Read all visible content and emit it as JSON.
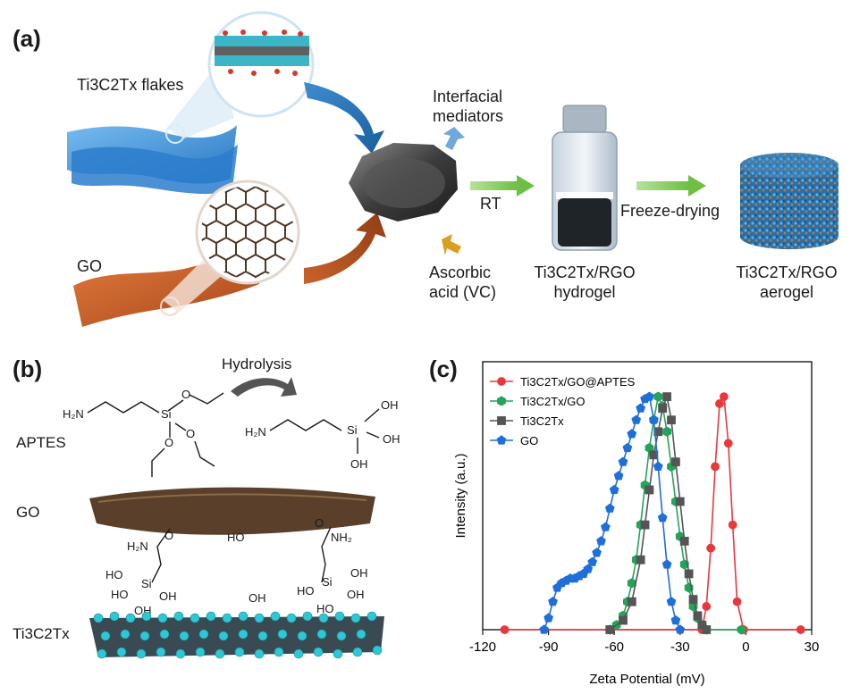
{
  "panel_a": {
    "tag": "(a)",
    "flakes_label": "Ti3C2Tx flakes",
    "go_label": "GO",
    "mediators_line1": "Interfacial",
    "mediators_line2": "mediators",
    "rt_label": "RT",
    "ascorbic_line1": "Ascorbic",
    "ascorbic_line2": "acid (VC)",
    "hydrogel_line1": "Ti3C2Tx/RGO",
    "hydrogel_line2": "hydrogel",
    "freeze_label": "Freeze-drying",
    "aerogel_line1": "Ti3C2Tx/RGO",
    "aerogel_line2": "aerogel"
  },
  "panel_b": {
    "tag": "(b)",
    "hydrolysis": "Hydrolysis",
    "aptes": "APTES",
    "go": "GO",
    "mxene": "Ti3C2Tx"
  },
  "panel_c": {
    "tag": "(c)"
  },
  "colors": {
    "blue_sheet": "#3a8fd6",
    "orange_sheet": "#c45a24",
    "titanium": "#2ec7d6",
    "carbon": "#4a3424"
  },
  "chart_data": {
    "type": "line",
    "xlabel": "Zeta Potential (mV)",
    "ylabel": "Intensity (a.u.)",
    "xlim": [
      -120,
      30
    ],
    "ylim": [
      0,
      1.15
    ],
    "xticks": [
      -120,
      -90,
      -60,
      -30,
      0,
      30
    ],
    "grid": false,
    "legend_position": "top-left",
    "series": [
      {
        "name": "Ti3C2Tx/GO@APTES",
        "color": "#e8383d",
        "marker": "circle",
        "x": [
          -110,
          -20,
          -18,
          -16,
          -14,
          -12,
          -10,
          -8,
          -6,
          -4,
          -1,
          25
        ],
        "y": [
          0,
          0,
          0.1,
          0.35,
          0.7,
          0.97,
          1.0,
          0.8,
          0.45,
          0.12,
          0,
          0
        ]
      },
      {
        "name": "Ti3C2Tx/GO",
        "color": "#24a35a",
        "marker": "hexagon",
        "x": [
          -62,
          -59,
          -56,
          -54,
          -52,
          -50,
          -48,
          -46,
          -44,
          -42,
          -40,
          -38,
          -36,
          -34,
          -32,
          -30,
          -28,
          -26,
          -24,
          -22,
          -20,
          -18,
          -2
        ],
        "y": [
          0,
          0.02,
          0.06,
          0.12,
          0.2,
          0.3,
          0.45,
          0.62,
          0.78,
          0.9,
          1.0,
          0.96,
          0.85,
          0.7,
          0.55,
          0.4,
          0.28,
          0.18,
          0.1,
          0.05,
          0.02,
          0,
          0
        ]
      },
      {
        "name": "Ti3C2Tx",
        "color": "#555555",
        "marker": "square",
        "x": [
          -62,
          -56,
          -52,
          -48,
          -46,
          -44,
          -42,
          -40,
          -38,
          -36,
          -34,
          -32,
          -30,
          -28,
          -26,
          -24,
          -22,
          -20,
          -18
        ],
        "y": [
          0,
          0.04,
          0.12,
          0.3,
          0.45,
          0.6,
          0.75,
          0.85,
          0.95,
          1.0,
          0.9,
          0.72,
          0.55,
          0.38,
          0.24,
          0.13,
          0.06,
          0.02,
          0
        ]
      },
      {
        "name": "GO",
        "color": "#1e6fd9",
        "marker": "pentagon",
        "x": [
          -92,
          -90,
          -88,
          -86,
          -84,
          -82,
          -80,
          -78,
          -76,
          -74,
          -72,
          -70,
          -68,
          -66,
          -64,
          -62,
          -60,
          -58,
          -56,
          -54,
          -52,
          -50,
          -48,
          -46,
          -44,
          -42,
          -40,
          -38,
          -36,
          -34,
          -32,
          -30
        ],
        "y": [
          0,
          0.05,
          0.12,
          0.18,
          0.2,
          0.21,
          0.22,
          0.22,
          0.23,
          0.24,
          0.26,
          0.29,
          0.33,
          0.38,
          0.44,
          0.52,
          0.6,
          0.66,
          0.72,
          0.78,
          0.84,
          0.9,
          0.95,
          0.99,
          1.0,
          0.9,
          0.7,
          0.48,
          0.28,
          0.12,
          0.04,
          0
        ]
      }
    ]
  }
}
